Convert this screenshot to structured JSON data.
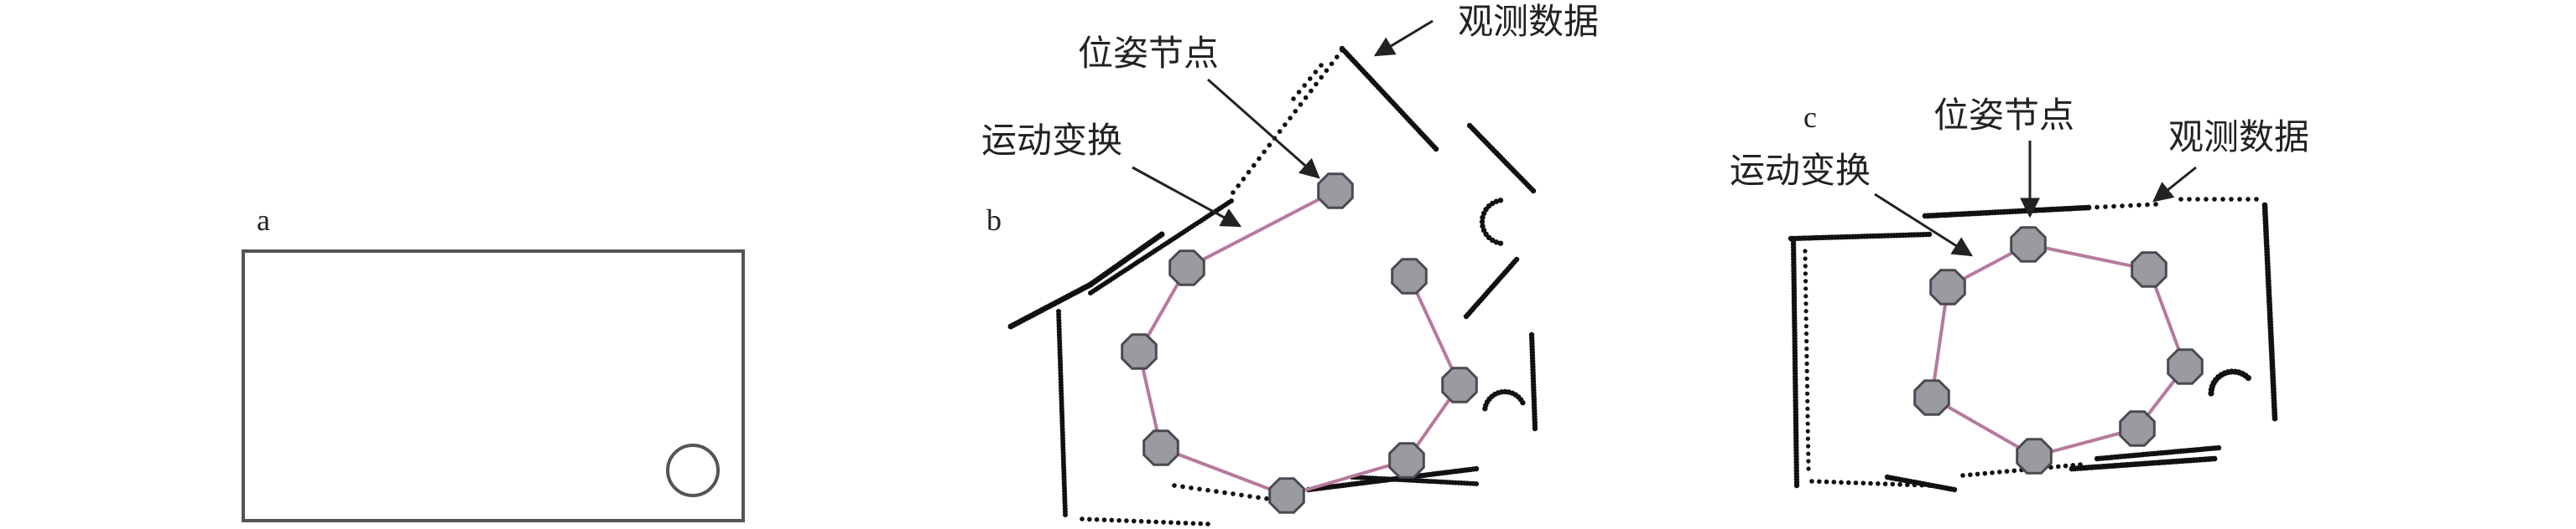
{
  "panels": [
    {
      "id": "a",
      "letter": "a"
    },
    {
      "id": "b",
      "letter": "b",
      "labels": {
        "pose_node": "位姿节点",
        "motion": "运动变换",
        "observation": "观测数据"
      }
    },
    {
      "id": "c",
      "letter": "c",
      "labels": {
        "pose_node": "位姿节点",
        "motion": "运动变换",
        "observation": "观测数据"
      }
    }
  ],
  "colors": {
    "node_fill": "#9a9aa1",
    "node_stroke": "#4a4a52",
    "edge": "#b67a9e",
    "observation": "#111111",
    "frame": "#555555"
  }
}
